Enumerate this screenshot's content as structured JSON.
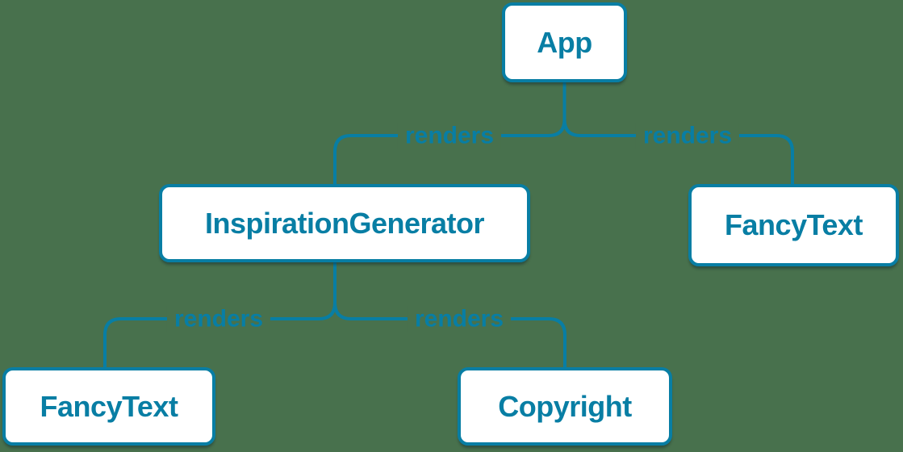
{
  "colors": {
    "background": "#48714d",
    "accent": "#087ea4",
    "node_fill": "#ffffff"
  },
  "diagram": {
    "kind": "component-render-tree"
  },
  "tree": {
    "nodes": [
      {
        "id": "app",
        "label": "App"
      },
      {
        "id": "inspiration-generator",
        "label": "InspirationGenerator"
      },
      {
        "id": "fancy-text-top",
        "label": "FancyText"
      },
      {
        "id": "fancy-text-bottom",
        "label": "FancyText"
      },
      {
        "id": "copyright",
        "label": "Copyright"
      }
    ],
    "edges": [
      {
        "from": "App",
        "to": "InspirationGenerator",
        "label": "renders"
      },
      {
        "from": "App",
        "to": "FancyText",
        "label": "renders"
      },
      {
        "from": "InspirationGenerator",
        "to": "FancyText",
        "label": "renders"
      },
      {
        "from": "InspirationGenerator",
        "to": "Copyright",
        "label": "renders"
      }
    ]
  }
}
